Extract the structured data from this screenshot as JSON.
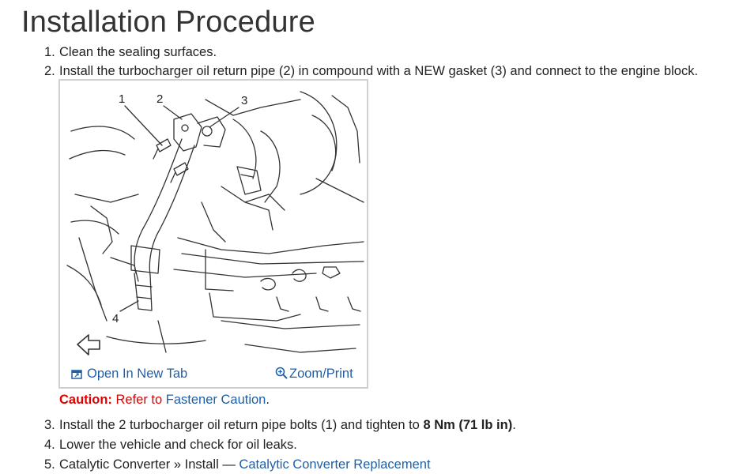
{
  "page": {
    "title": "Installation Procedure"
  },
  "steps": [
    {
      "num": "1.",
      "text": "Clean the sealing surfaces."
    },
    {
      "num": "2.",
      "text": "Install the turbocharger oil return pipe (2) in compound with a NEW gasket (3) and connect to the engine block."
    },
    {
      "num": "3.",
      "text_before": "Install the 2 turbocharger oil return pipe bolts (1) and tighten to ",
      "bold": "8 Nm (71 lb in)",
      "text_after": "."
    },
    {
      "num": "4.",
      "text": "Lower the vehicle and check for oil leaks."
    },
    {
      "num": "5.",
      "text_before": "Catalytic Converter » Install — ",
      "link": "Catalytic Converter Replacement"
    }
  ],
  "figure": {
    "callouts": [
      "1",
      "2",
      "3",
      "4"
    ],
    "open_tab_label": "Open In New Tab",
    "zoom_label": "Zoom/Print"
  },
  "caution": {
    "label": "Caution:",
    "text": " Refer to ",
    "link": "Fastener Caution",
    "end": "."
  },
  "colors": {
    "link": "#1f5fa8",
    "caution": "#e00000"
  }
}
